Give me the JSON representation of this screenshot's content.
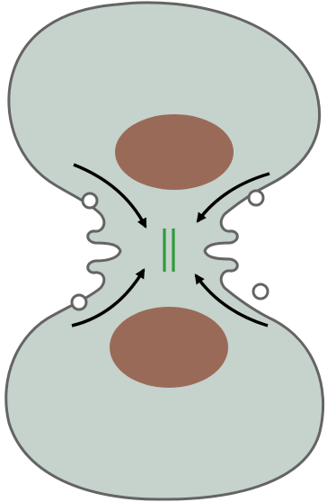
{
  "diagram": {
    "colors": {
      "cell_fill": "#c6d2cc",
      "cell_outline": "#646464",
      "nucleus_fill": "#9a6a58",
      "cell_plate_lines": "#2e9b3e",
      "arrows": "#000000",
      "vesicle_fill": "#ffffff",
      "vesicle_outline": "#646464",
      "background": "#ffffff"
    },
    "parts": {
      "daughter_cells": 2,
      "nuclei": 2,
      "vesicles": 4,
      "arrows": 4,
      "cell_plate_lines": 2
    }
  }
}
